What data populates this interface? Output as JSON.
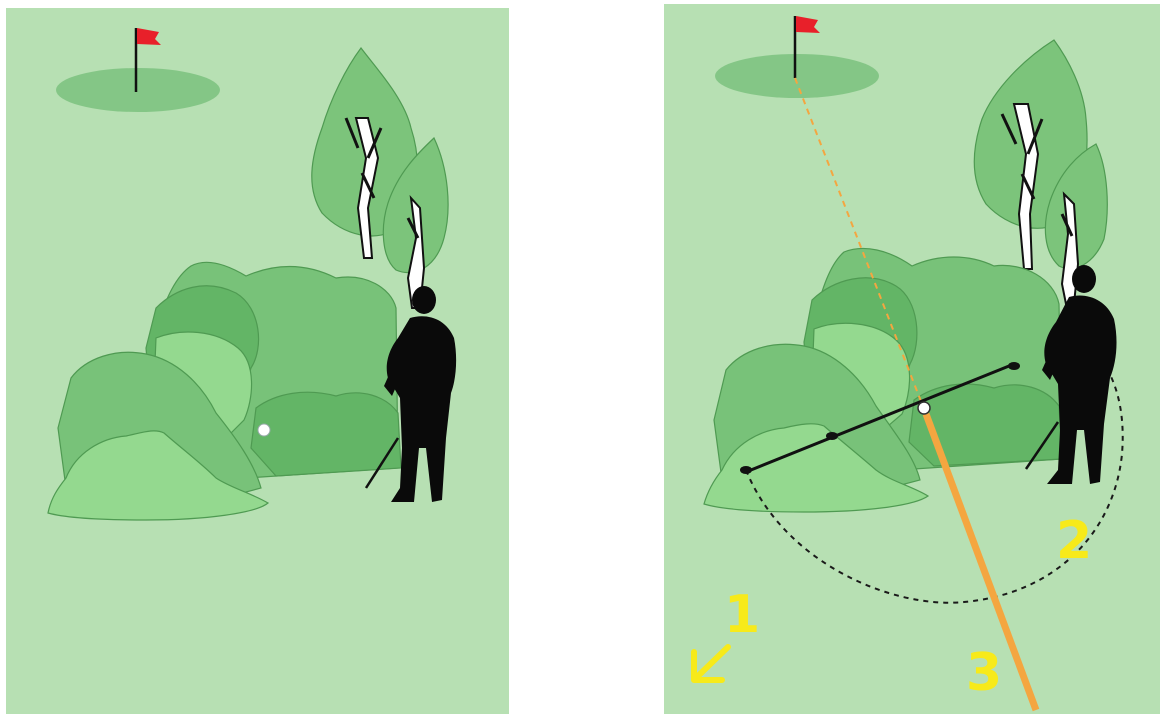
{
  "colors": {
    "fairway": "#b7e0b3",
    "green": "#84c686",
    "bush_dark": "#63b566",
    "bush_mid": "#78c279",
    "bush_light": "#94d98f",
    "tree_leaf": "#7cc47b",
    "silhouette": "#0a0a0a",
    "flag": "#e8202a",
    "shot_line": "#f4a640",
    "arc": "#1a1a1a",
    "callout": "#f7ea1a"
  },
  "callouts": {
    "one": "1",
    "two": "2",
    "three": "3"
  },
  "icons": {
    "flag": "flag-icon",
    "arrow": "arrow-down-left-icon",
    "golfer": "golfer-silhouette",
    "club": "golf-club-icon"
  }
}
